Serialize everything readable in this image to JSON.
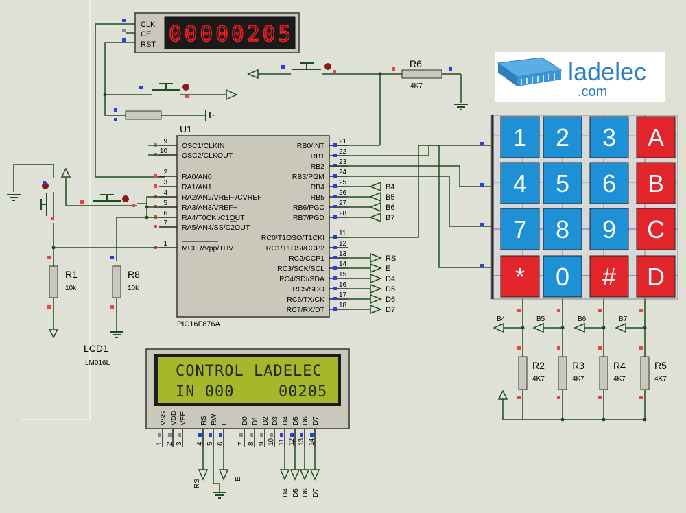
{
  "colors": {
    "background": "#dfe0d6",
    "wire": "#1f4d1f",
    "chip_fill": "#c9c8bb",
    "lcd_fill": "#a7b72c",
    "key_blue": "#1e90d6",
    "key_red": "#e1252b",
    "counter_digit": "#ff1e1e",
    "pin_blue": "#2b3fe0",
    "pin_red": "#e84545"
  },
  "counter": {
    "pins": [
      "CLK",
      "CE",
      "RST"
    ],
    "display": "00000205"
  },
  "logo": {
    "name": "ladelec",
    "domain": ".com",
    "icon": "memory-chip-icon"
  },
  "mcu": {
    "ref": "U1",
    "part": "PIC16F876A",
    "left_pins": [
      {
        "num": "9",
        "label": "OSC1/CLKIN"
      },
      {
        "num": "10",
        "label": "OSC2/CLKOUT"
      },
      {
        "num": "2",
        "label": "RA0/AN0"
      },
      {
        "num": "3",
        "label": "RA1/AN1"
      },
      {
        "num": "4",
        "label": "RA2/AN2/VREF-/CVREF"
      },
      {
        "num": "5",
        "label": "RA3/AN3/VREF+"
      },
      {
        "num": "6",
        "label": "RA4/T0CKI/C1OUT"
      },
      {
        "num": "7",
        "label": "RA5/AN4/SS/C2OUT"
      },
      {
        "num": "1",
        "label": "MCLR/Vpp/THV"
      }
    ],
    "right_pins": [
      {
        "num": "21",
        "label": "RB0/INT"
      },
      {
        "num": "22",
        "label": "RB1"
      },
      {
        "num": "23",
        "label": "RB2"
      },
      {
        "num": "24",
        "label": "RB3/PGM"
      },
      {
        "num": "25",
        "label": "RB4"
      },
      {
        "num": "26",
        "label": "RB5"
      },
      {
        "num": "27",
        "label": "RB6/PGC"
      },
      {
        "num": "28",
        "label": "RB7/PGD"
      },
      {
        "num": "11",
        "label": "RC0/T1OSO/T1CKI"
      },
      {
        "num": "12",
        "label": "RC1/T1OSI/CCP2"
      },
      {
        "num": "13",
        "label": "RC2/CCP1"
      },
      {
        "num": "14",
        "label": "RC3/SCK/SCL"
      },
      {
        "num": "15",
        "label": "RC4/SDI/SDA"
      },
      {
        "num": "16",
        "label": "RC5/SDO"
      },
      {
        "num": "17",
        "label": "RC6/TX/CK"
      },
      {
        "num": "18",
        "label": "RC7/RX/DT"
      }
    ],
    "rb_terminals": [
      "B4",
      "B5",
      "B6",
      "B7"
    ],
    "rc_terminals": [
      "RS",
      "E",
      "D4",
      "D5",
      "D6",
      "D7"
    ]
  },
  "resistors": [
    {
      "ref": "R6",
      "value": "4K7"
    },
    {
      "ref": "R1",
      "value": "10k"
    },
    {
      "ref": "R8",
      "value": "10k"
    },
    {
      "ref": "R2",
      "value": "4K7"
    },
    {
      "ref": "R3",
      "value": "4K7"
    },
    {
      "ref": "R4",
      "value": "4K7"
    },
    {
      "ref": "R5",
      "value": "4K7"
    }
  ],
  "keypad": {
    "keys": [
      {
        "label": "1",
        "color": "blue"
      },
      {
        "label": "2",
        "color": "blue"
      },
      {
        "label": "3",
        "color": "blue"
      },
      {
        "label": "A",
        "color": "red"
      },
      {
        "label": "4",
        "color": "blue"
      },
      {
        "label": "5",
        "color": "blue"
      },
      {
        "label": "6",
        "color": "blue"
      },
      {
        "label": "B",
        "color": "red"
      },
      {
        "label": "7",
        "color": "blue"
      },
      {
        "label": "8",
        "color": "blue"
      },
      {
        "label": "9",
        "color": "blue"
      },
      {
        "label": "C",
        "color": "red"
      },
      {
        "label": "*",
        "color": "red"
      },
      {
        "label": "0",
        "color": "blue"
      },
      {
        "label": "#",
        "color": "red"
      },
      {
        "label": "D",
        "color": "red"
      }
    ],
    "column_terminals": [
      "B4",
      "B5",
      "B6",
      "B7"
    ]
  },
  "lcd": {
    "ref": "LCD1",
    "part": "LM016L",
    "line1": "CONTROL LADELEC",
    "line2_left": "IN 000",
    "line2_right": "00205",
    "pins": [
      {
        "num": "1",
        "label": "VSS"
      },
      {
        "num": "2",
        "label": "VDD"
      },
      {
        "num": "3",
        "label": "VEE"
      },
      {
        "num": "4",
        "label": "RS"
      },
      {
        "num": "5",
        "label": "RW"
      },
      {
        "num": "6",
        "label": "E"
      },
      {
        "num": "7",
        "label": "D0"
      },
      {
        "num": "8",
        "label": "D1"
      },
      {
        "num": "9",
        "label": "D2"
      },
      {
        "num": "10",
        "label": "D3"
      },
      {
        "num": "11",
        "label": "D4"
      },
      {
        "num": "12",
        "label": "D5"
      },
      {
        "num": "13",
        "label": "D6"
      },
      {
        "num": "14",
        "label": "D7"
      }
    ],
    "terminals": [
      "RS",
      "E",
      "D4",
      "D5",
      "D6",
      "D7"
    ]
  }
}
